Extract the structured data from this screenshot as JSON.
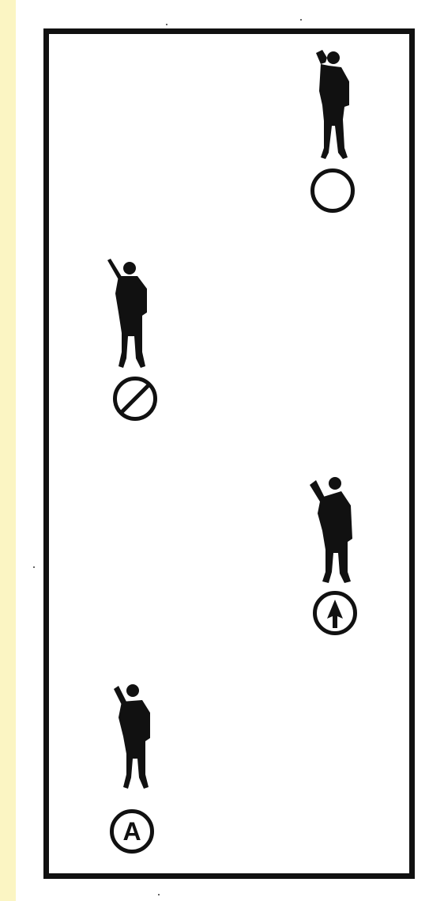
{
  "colors": {
    "slide_background": "#fbf5c3",
    "paper": "#ffffff",
    "ink": "#111111"
  },
  "diagram": {
    "figures": [
      {
        "id": "soldier-upper-right",
        "icon": "soldier-silhouette-icon",
        "marker": "open-circle"
      },
      {
        "id": "soldier-upper-left",
        "icon": "soldier-silhouette-icon",
        "marker": "slashed-circle"
      },
      {
        "id": "soldier-middle-right",
        "icon": "soldier-silhouette-icon",
        "marker": "arrow-up-circle"
      },
      {
        "id": "soldier-lower-left",
        "icon": "soldier-silhouette-icon",
        "marker": "letter-circle",
        "marker_text": "A"
      }
    ]
  }
}
